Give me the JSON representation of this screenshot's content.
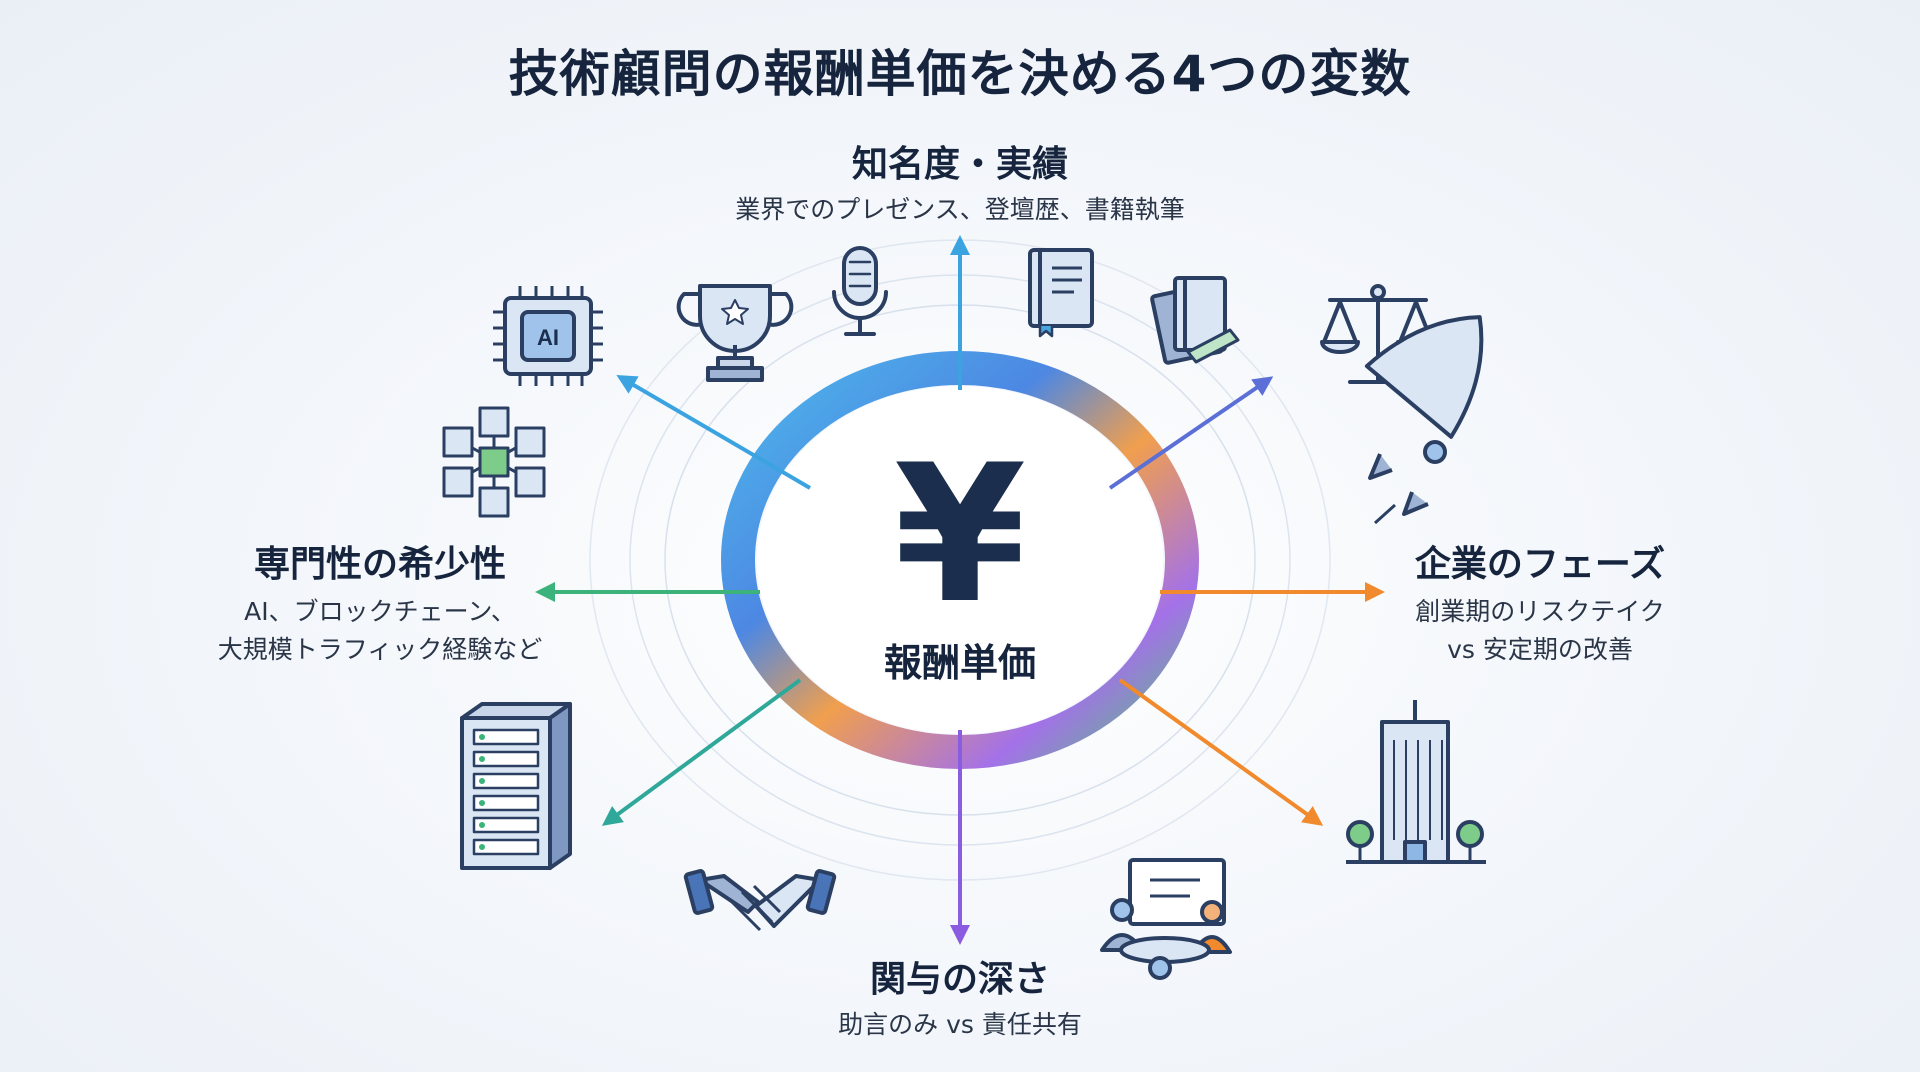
{
  "title": "技術顧問の報酬単価を決める4つの変数",
  "center": {
    "symbol": "¥",
    "label": "報酬単価"
  },
  "factors": {
    "top": {
      "name": "知名度・実績",
      "desc": "業界でのプレゼンス、登壇歴、書籍執筆"
    },
    "left": {
      "name": "専門性の希少性",
      "desc_lines": [
        "AI、ブロックチェーン、",
        "大規模トラフィック経験など"
      ],
      "icon_ai_text": "AI"
    },
    "right": {
      "name": "企業のフェーズ",
      "desc_lines": [
        "創業期のリスクテイク",
        "vs 安定期の改善"
      ]
    },
    "bottom": {
      "name": "関与の深さ",
      "desc": "助言のみ vs 責任共有"
    }
  },
  "colors": {
    "top": "#3aa3e0",
    "left": "#3bb37a",
    "right": "#f08a2c",
    "bottom": "#8a5ce0",
    "upper_right": "#5b6fd6",
    "lower_left": "#2fa89a",
    "ink": "#1b2e4d"
  },
  "icons": [
    "trophy-icon",
    "microphone-icon",
    "book-icon",
    "books-pencil-icon",
    "scales-icon",
    "rocket-icon",
    "building-icon",
    "meeting-icon",
    "handshake-icon",
    "server-icon",
    "blockchain-icon",
    "ai-chip-icon"
  ]
}
